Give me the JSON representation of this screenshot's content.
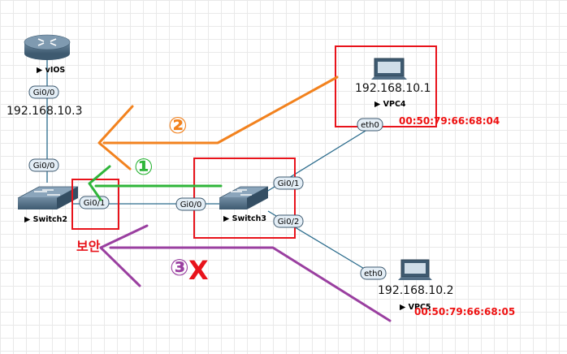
{
  "devices": {
    "router": {
      "label": "vIOS",
      "port": "Gi0/0",
      "ip": "192.168.10.3"
    },
    "switch2": {
      "label": "Switch2",
      "port_up": "Gi0/0",
      "port_right": "Gi0/1"
    },
    "switch3": {
      "label": "Switch3",
      "port_left": "Gi0/0",
      "port_1": "Gi0/1",
      "port_2": "Gi0/2"
    },
    "vpc4": {
      "label": "VPC4",
      "ip": "192.168.10.1",
      "port": "eth0",
      "mac": "00:50:79:66:68:04"
    },
    "vpc5": {
      "label": "VPC5",
      "ip": "192.168.10.2",
      "port": "eth0",
      "mac": "00:50:79:66:68:05"
    }
  },
  "annotations": {
    "step1": "①",
    "step2": "②",
    "step3": "③",
    "blocked": "X",
    "security": "보안"
  },
  "colors": {
    "link": "#2a6b8c",
    "highlight_box": "#e8131b",
    "arrow1": "#2fb53a",
    "arrow2": "#f2821e",
    "arrow3": "#9a3fa0",
    "blocked_x": "#e8131b",
    "mac": "#ee1111"
  },
  "icons": [
    "router-icon",
    "switch-icon",
    "pc-icon"
  ]
}
